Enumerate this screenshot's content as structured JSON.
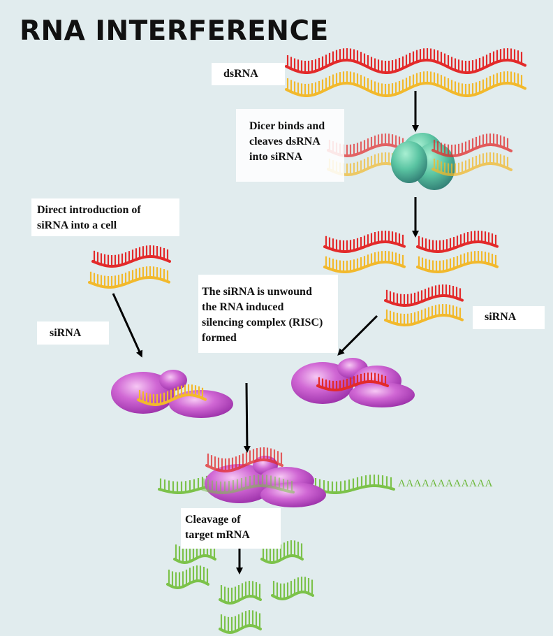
{
  "title": "RNA INTERFERENCE",
  "labels": {
    "dsrna": "dsRNA",
    "dicer": "Dicer binds and\ncleaves dsRNA\ninto siRNA",
    "direct": "Direct introduction of\nsiRNA into a cell",
    "sirna_left": "siRNA",
    "sirna_right": "siRNA",
    "risc": "The siRNA is unwound\nthe RNA induced\nsilencing complex (RISC)\nformed",
    "cleavage": "Cleavage of\ntarget mRNA",
    "poly_a": "AAAAAAAAAAAA"
  },
  "colors": {
    "background": "#e1ecee",
    "sense_strand": "#e32a2a",
    "antisense_strand": "#f2b92c",
    "mrna": "#7cc24a",
    "dicer": "#56c3a0",
    "risc": "#b33fbf"
  }
}
